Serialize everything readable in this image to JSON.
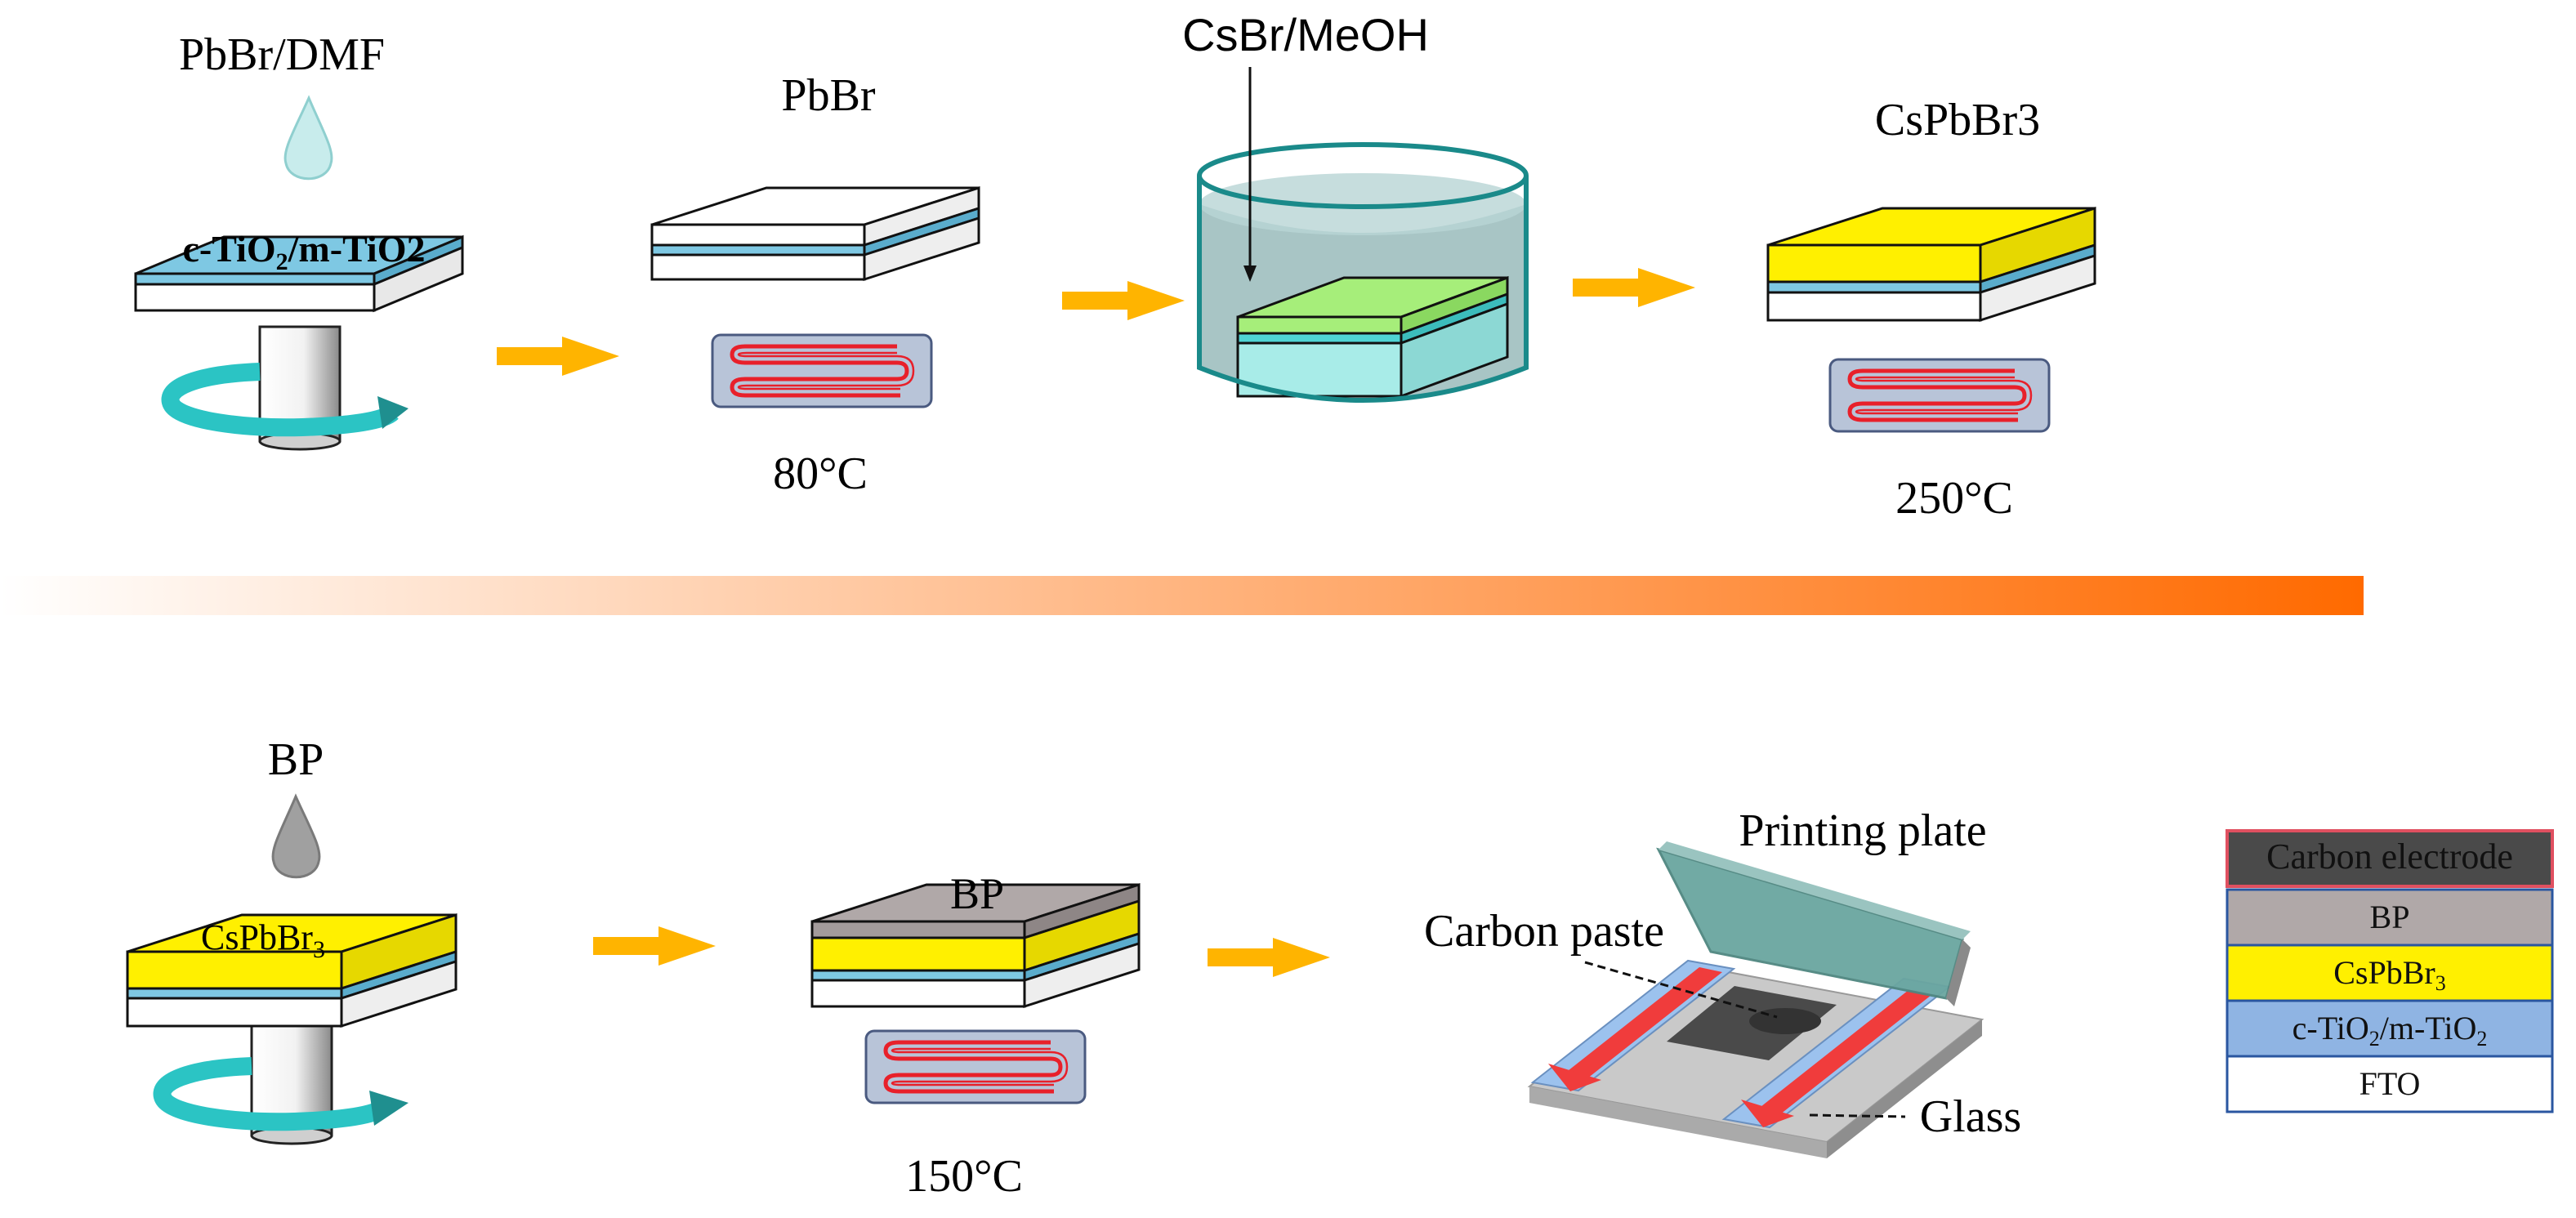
{
  "colors": {
    "fto": "#ffffff",
    "tio2": "#7ec8e3",
    "pbbr": "#ffffff",
    "cspbbr3": "#fff000",
    "bp": "#b0a8a8",
    "green_film": "#a6ee7a",
    "solution": "#9fbfbf",
    "beaker_rim": "#1a8a8a",
    "arrow": "#ffb400",
    "heater_fill": "#b8c4d8",
    "heater_coil": "#e8202a",
    "spin_arrow": "#2bc4c4",
    "droplet_blue": "#c8ecec",
    "droplet_gray": "#a0a0a0",
    "gradient_start": "#ffffff",
    "gradient_end": "#ff6a00",
    "carbon_electrode": "#4a4a4a",
    "printing_plate": "#6aa6a0",
    "legend_tio2": "#8fb4e3",
    "legend_border": "#2a56a0",
    "legend_carbon_border": "#e05060"
  },
  "step1": {
    "solution_label": "PbBr/DMF",
    "substrate_label_prefix": "c-TiO",
    "substrate_label_sub": "2",
    "substrate_label_suffix": "/m-TiO2"
  },
  "step2": {
    "film_label": "PbBr",
    "temperature": "80°C"
  },
  "step3": {
    "solution_label": "CsBr/MeOH"
  },
  "step4": {
    "film_label": "CsPbBr3",
    "temperature": "250°C"
  },
  "step5": {
    "drop_label": "BP",
    "layer_label_main": "CsPbBr",
    "layer_label_sub": "3"
  },
  "step6": {
    "layer_label": "BP",
    "temperature": "150°C"
  },
  "step7": {
    "plate_label": "Printing plate",
    "paste_label": "Carbon paste",
    "glass_label": "Glass"
  },
  "legend": {
    "carbon": "Carbon electrode",
    "bp": "BP",
    "cspbbr3_main": "CsPbBr",
    "cspbbr3_sub": "3",
    "tio2_a": "c-TiO",
    "tio2_a_sub": "2",
    "tio2_b": "/m-TiO",
    "tio2_b_sub": "2",
    "fto": "FTO"
  }
}
